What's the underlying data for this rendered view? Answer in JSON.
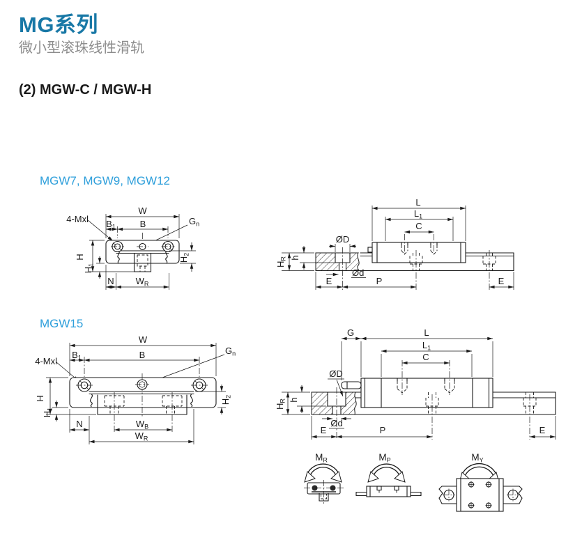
{
  "page": {
    "title": "MG系列",
    "subtitle": "微小型滚珠线性滑轨",
    "section": "(2) MGW-C / MGW-H"
  },
  "series_labels": {
    "group1": "MGW7, MGW9, MGW12",
    "group2": "MGW15"
  },
  "colors": {
    "title": "#1878A6",
    "series": "#2E9FDB",
    "subtitle": "#8C8C8C",
    "ink": "#1A1A1A"
  },
  "dims": {
    "W": {
      "m": "W",
      "s": ""
    },
    "B": {
      "m": "B",
      "s": ""
    },
    "B1": {
      "m": "B",
      "s": "1"
    },
    "Mxl": {
      "m": "4-Mxl",
      "s": ""
    },
    "Gn": {
      "m": "G",
      "s": "n"
    },
    "H": {
      "m": "H",
      "s": ""
    },
    "H1": {
      "m": "H",
      "s": "1"
    },
    "H2": {
      "m": "H",
      "s": "2"
    },
    "N": {
      "m": "N",
      "s": ""
    },
    "WR": {
      "m": "W",
      "s": "R"
    },
    "WB": {
      "m": "W",
      "s": "B"
    },
    "L": {
      "m": "L",
      "s": ""
    },
    "L1": {
      "m": "L",
      "s": "1"
    },
    "C": {
      "m": "C",
      "s": ""
    },
    "OD": {
      "m": "ØD",
      "s": ""
    },
    "Od": {
      "m": "Ød",
      "s": ""
    },
    "HR": {
      "m": "H",
      "s": "R"
    },
    "h": {
      "m": "h",
      "s": ""
    },
    "E": {
      "m": "E",
      "s": ""
    },
    "P": {
      "m": "P",
      "s": ""
    },
    "G": {
      "m": "G",
      "s": ""
    },
    "MR": {
      "m": "M",
      "s": "R"
    },
    "MP": {
      "m": "M",
      "s": "P"
    },
    "MY": {
      "m": "M",
      "s": "Y"
    }
  }
}
